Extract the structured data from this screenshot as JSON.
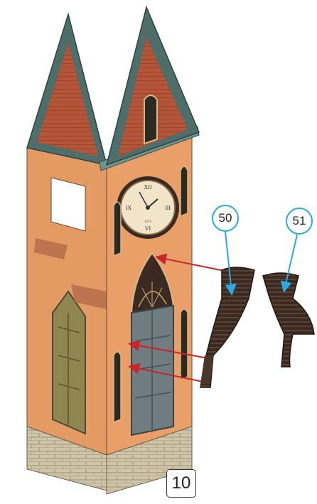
{
  "diagram": {
    "step_number": "10",
    "parts": [
      {
        "id": "part-50",
        "label": "50"
      },
      {
        "id": "part-51",
        "label": "51"
      }
    ],
    "clock_text": "1876",
    "colors": {
      "callout_ring": "#29abe2",
      "arrow": "#c8262d",
      "wall": "#e9a06a",
      "roof_tile": "#b4553a",
      "roof_trim": "#5f8a86",
      "stone": "#cfc3a8",
      "wood_part": "#3b2a22"
    }
  }
}
